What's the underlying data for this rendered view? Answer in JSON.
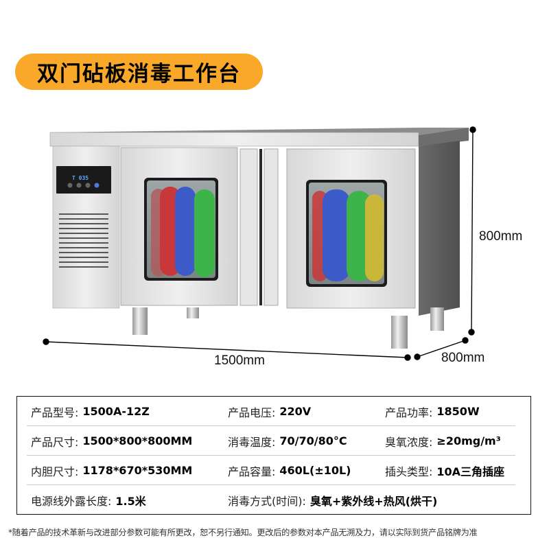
{
  "title": "双门砧板消毒工作台",
  "colors": {
    "banner": "#F9A82A",
    "board_red": "#C8383A",
    "board_blue": "#3D5BC8",
    "board_green": "#3DB34A",
    "board_yellow": "#C9B73A"
  },
  "dimensions": {
    "height": "800mm",
    "width": "1500mm",
    "depth": "800mm"
  },
  "specs": {
    "rows": [
      [
        {
          "label": "产品型号:",
          "value": "1500A-12Z"
        },
        {
          "label": "产品电压:",
          "value": "220V"
        },
        {
          "label": "产品功率:",
          "value": "1850W"
        }
      ],
      [
        {
          "label": "产品尺寸:",
          "value": "1500*800*800MM"
        },
        {
          "label": "消毒温度:",
          "value": "70/70/80°C"
        },
        {
          "label": "臭氧浓度:",
          "value": "≥20mg/m³"
        }
      ],
      [
        {
          "label": "内胆尺寸:",
          "value": "1178*670*530MM"
        },
        {
          "label": "产品容量:",
          "value": "460L(±10L)"
        },
        {
          "label": "插头类型:",
          "value": "10A三角插座"
        }
      ],
      [
        {
          "label": "电源线外露长度:",
          "value": "1.5米"
        },
        {
          "label": "消毒方式(时间):",
          "value": "臭氧+紫外线+热风(烘干)"
        }
      ]
    ]
  },
  "footnote": "*随着产品的技术革新与改进部分参数可能有所更改，恕不另行通知。更改后的参数对本产品无溯及力，请以实际到货产品铭牌为准"
}
